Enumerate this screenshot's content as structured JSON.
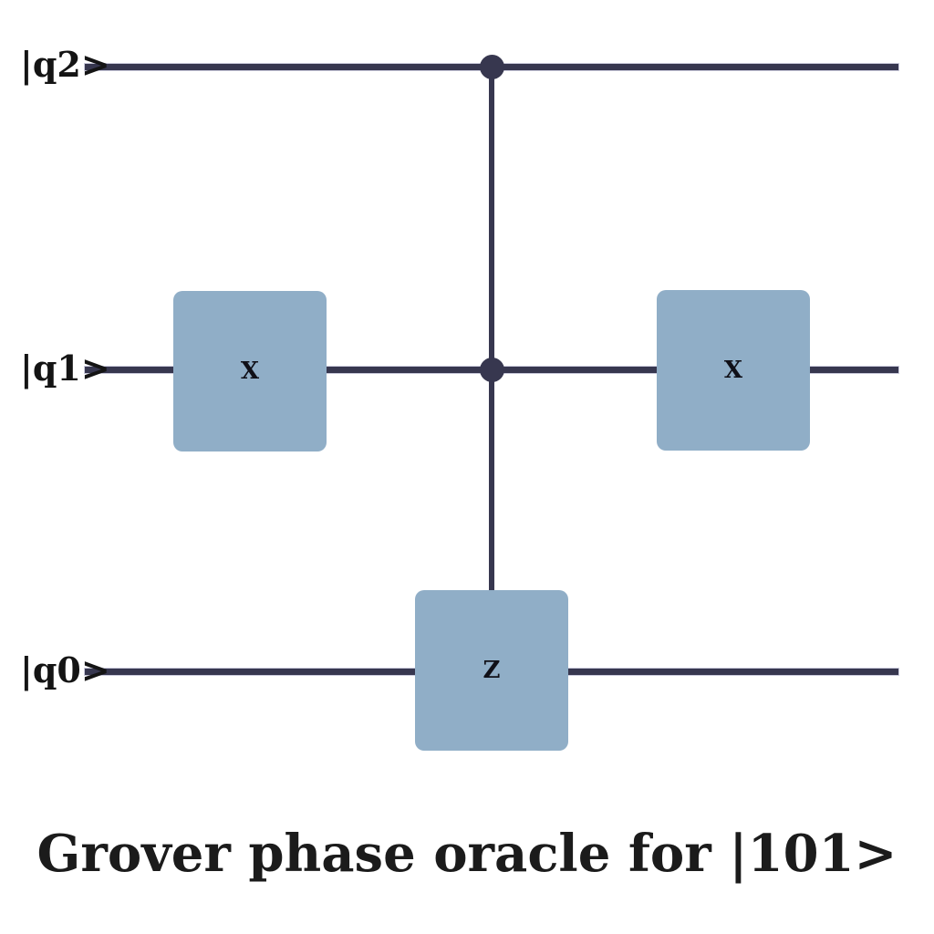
{
  "title": {
    "text": "Grover phase oracle for |101>"
  },
  "colors": {
    "background": "#ffffff",
    "wire": "#37374f",
    "gate_fill": "#90aec7",
    "text": "#1b1b1b"
  },
  "circuit": {
    "qubits": [
      {
        "id": "q2",
        "label": "|q2>"
      },
      {
        "id": "q1",
        "label": "|q1>"
      },
      {
        "id": "q0",
        "label": "|q0>"
      }
    ],
    "gates": [
      {
        "id": "x-left",
        "label": "X",
        "qubit": "q1"
      },
      {
        "id": "z-target",
        "label": "Z",
        "qubit": "q0"
      },
      {
        "id": "x-right",
        "label": "X",
        "qubit": "q1"
      }
    ],
    "controls": [
      {
        "qubit": "q2"
      },
      {
        "qubit": "q1"
      }
    ],
    "target": {
      "qubit": "q0",
      "gate_label": "Z"
    }
  }
}
